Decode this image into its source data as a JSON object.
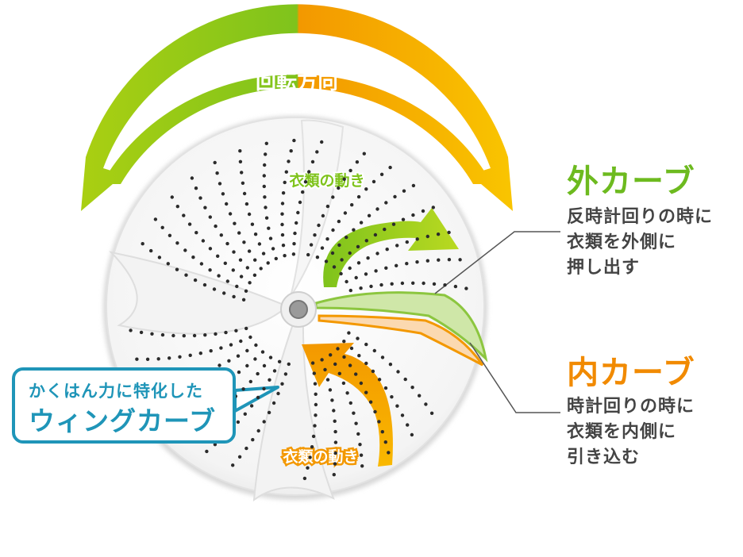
{
  "rotation_label": "回転方向",
  "motion_label_top": "衣類の動き",
  "motion_label_bottom": "衣類の動き",
  "outer_curve": {
    "title": "外カーブ",
    "lines": [
      "反時計回りの時に",
      "衣類を外側に",
      "押し出す"
    ]
  },
  "inner_curve": {
    "title": "内カーブ",
    "lines": [
      "時計回りの時に",
      "衣類を内側に",
      "引き込む"
    ]
  },
  "callout": {
    "line1": "かくはん力に特化した",
    "line2": "ウィングカーブ"
  },
  "colors": {
    "green": "#7fc31c",
    "orange": "#f39800",
    "blue": "#1f95b8",
    "gray_text": "#444444"
  }
}
